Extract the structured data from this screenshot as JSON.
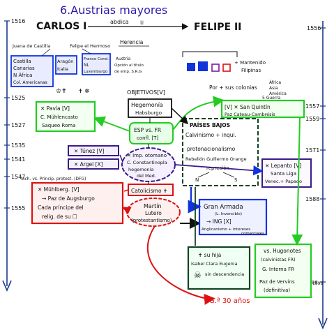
{
  "title": "6.Austrias mayores",
  "rulers": {
    "left": "CARLOS I",
    "abdica": "abdica",
    "right": "FELIPE II"
  },
  "years": {
    "y1516": "1516",
    "y1556": "1556",
    "y1525": "1525",
    "y1527": "1527",
    "y1535": "1535",
    "y1541": "1541",
    "y1547": "1547",
    "y1555": "1555",
    "y1557": "1557",
    "y1559": "1559",
    "y1571": "1571",
    "y1588": "1588",
    "y1598": "1598",
    "y1598b": "1598"
  },
  "carlos_header": {
    "castilla": "Juana de Castilla",
    "felipe": "Felipe el Hermoso",
    "herencia": "Herencia"
  },
  "herencia_boxes": {
    "castilla": [
      "Castilla",
      "Canarias",
      "N África",
      "Col. Americanas"
    ],
    "aragon": [
      "Aragón",
      "Italia"
    ],
    "borgona": [
      "Franco Cond.",
      "NL",
      "Luxemburgo"
    ],
    "austria": [
      "Austria",
      "Opción al título",
      "de emp. S.R.G"
    ]
  },
  "felipe_header": {
    "lines": [
      "+ Mantenido",
      "Filipinas"
    ],
    "mid": "Por + sus colonias",
    "africa": [
      "África",
      "Asia",
      "América"
    ]
  },
  "objetivos": "OBJETIVOS[V]",
  "hegemonia": [
    "Hegemonía",
    "Habsburgo"
  ],
  "conflict_esp": [
    "ESP vs. FR",
    "confl. [T]"
  ],
  "pavia": [
    "✕ Pavía [V]",
    "C. Mühlencasto",
    "Saqueo Roma"
  ],
  "tunez": "✕ Túnez [V]",
  "argel": "✕ Argel [X]",
  "imperio": [
    "✕ Imp. otomano",
    "C. Constantinopla",
    "hegemonía",
    "del Med."
  ],
  "muhlberg": {
    "header": "luch. vs. Princip. protest. (DFG)",
    "lines": [
      "✕ Mühlberg. [V]",
      "→ Paz de Augsburgo",
      "Cada príncipe del",
      "relig. de su ☐"
    ]
  },
  "catolicismo": "Catolicismo ✝",
  "martin": [
    "Martín",
    "Lutero",
    "(protestantismo)"
  ],
  "san_quintin": [
    "5 Guerra",
    "[V] ✕ San Quintín",
    "Paz Cateau-Cambrésis"
  ],
  "paises_bajos": {
    "title": "PAÍSES BAJOS",
    "lines": [
      "Calvinismo + inqui.",
      "protonacionalismo",
      "Rebelión Guillermo Orange",
      "represión"
    ],
    "foot": [
      "N",
      "S"
    ]
  },
  "lepanto": [
    "✕ Lepanto [V]",
    "Santa Liga",
    "Venec.+ Papado"
  ],
  "armada": [
    "Gran Armada",
    "(L. Invencible)",
    "→ ING [X]",
    "Anglicanismo + intereses",
    "comerciales"
  ],
  "hija": [
    "✝ su hija",
    "Isabel Clara Eugenia",
    "sin descendencia"
  ],
  "hugonotes": [
    "vs. Hugonotes",
    "(calvinistas FR)",
    "G. Interna FR",
    "Paz de Vervins",
    "(definitiva)"
  ],
  "anos": "G.ª 30 años"
}
